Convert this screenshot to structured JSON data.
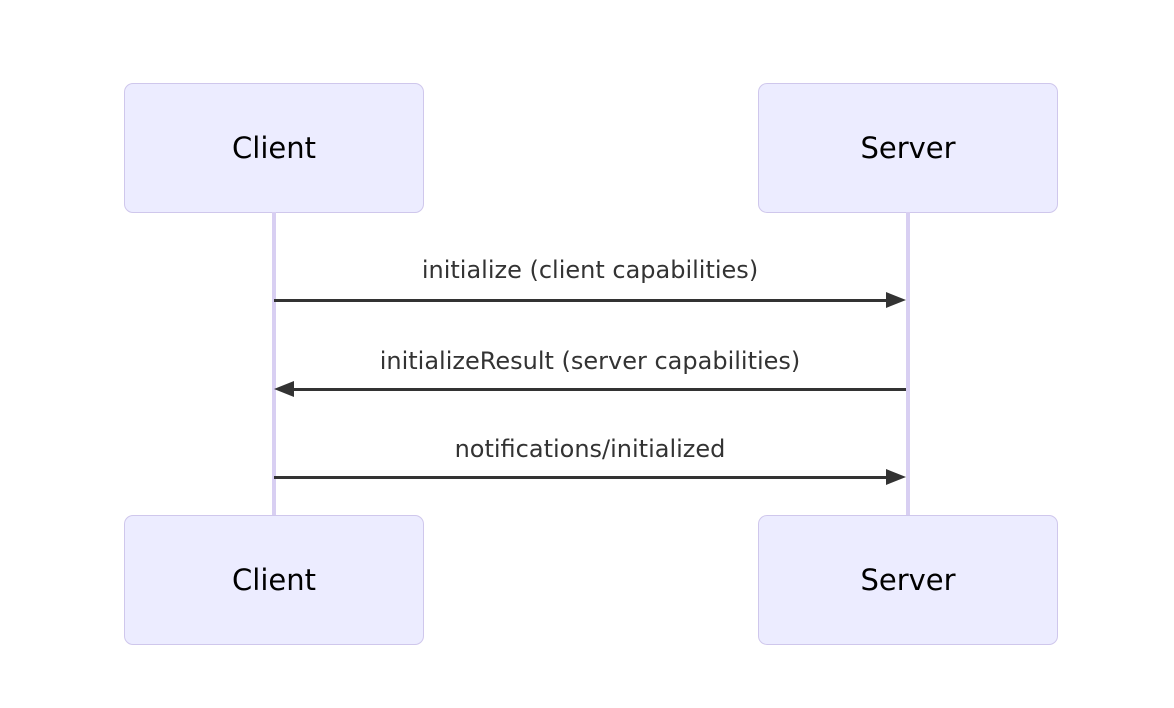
{
  "diagram": {
    "type": "sequence",
    "actors": {
      "client": "Client",
      "server": "Server"
    },
    "messages": [
      {
        "from": "client",
        "to": "server",
        "direction": "right",
        "label": "initialize (client capabilities)"
      },
      {
        "from": "server",
        "to": "client",
        "direction": "left",
        "label": "initializeResult (server capabilities)"
      },
      {
        "from": "client",
        "to": "server",
        "direction": "right",
        "label": "notifications/initialized"
      }
    ],
    "colors": {
      "background": "#ffffff",
      "actor_fill": "#ECECFF",
      "actor_border": "#CFC7EC",
      "actor_text": "#000000",
      "lifeline": "#D8CFF2",
      "message_text": "#333333",
      "arrow": "#333333"
    }
  }
}
